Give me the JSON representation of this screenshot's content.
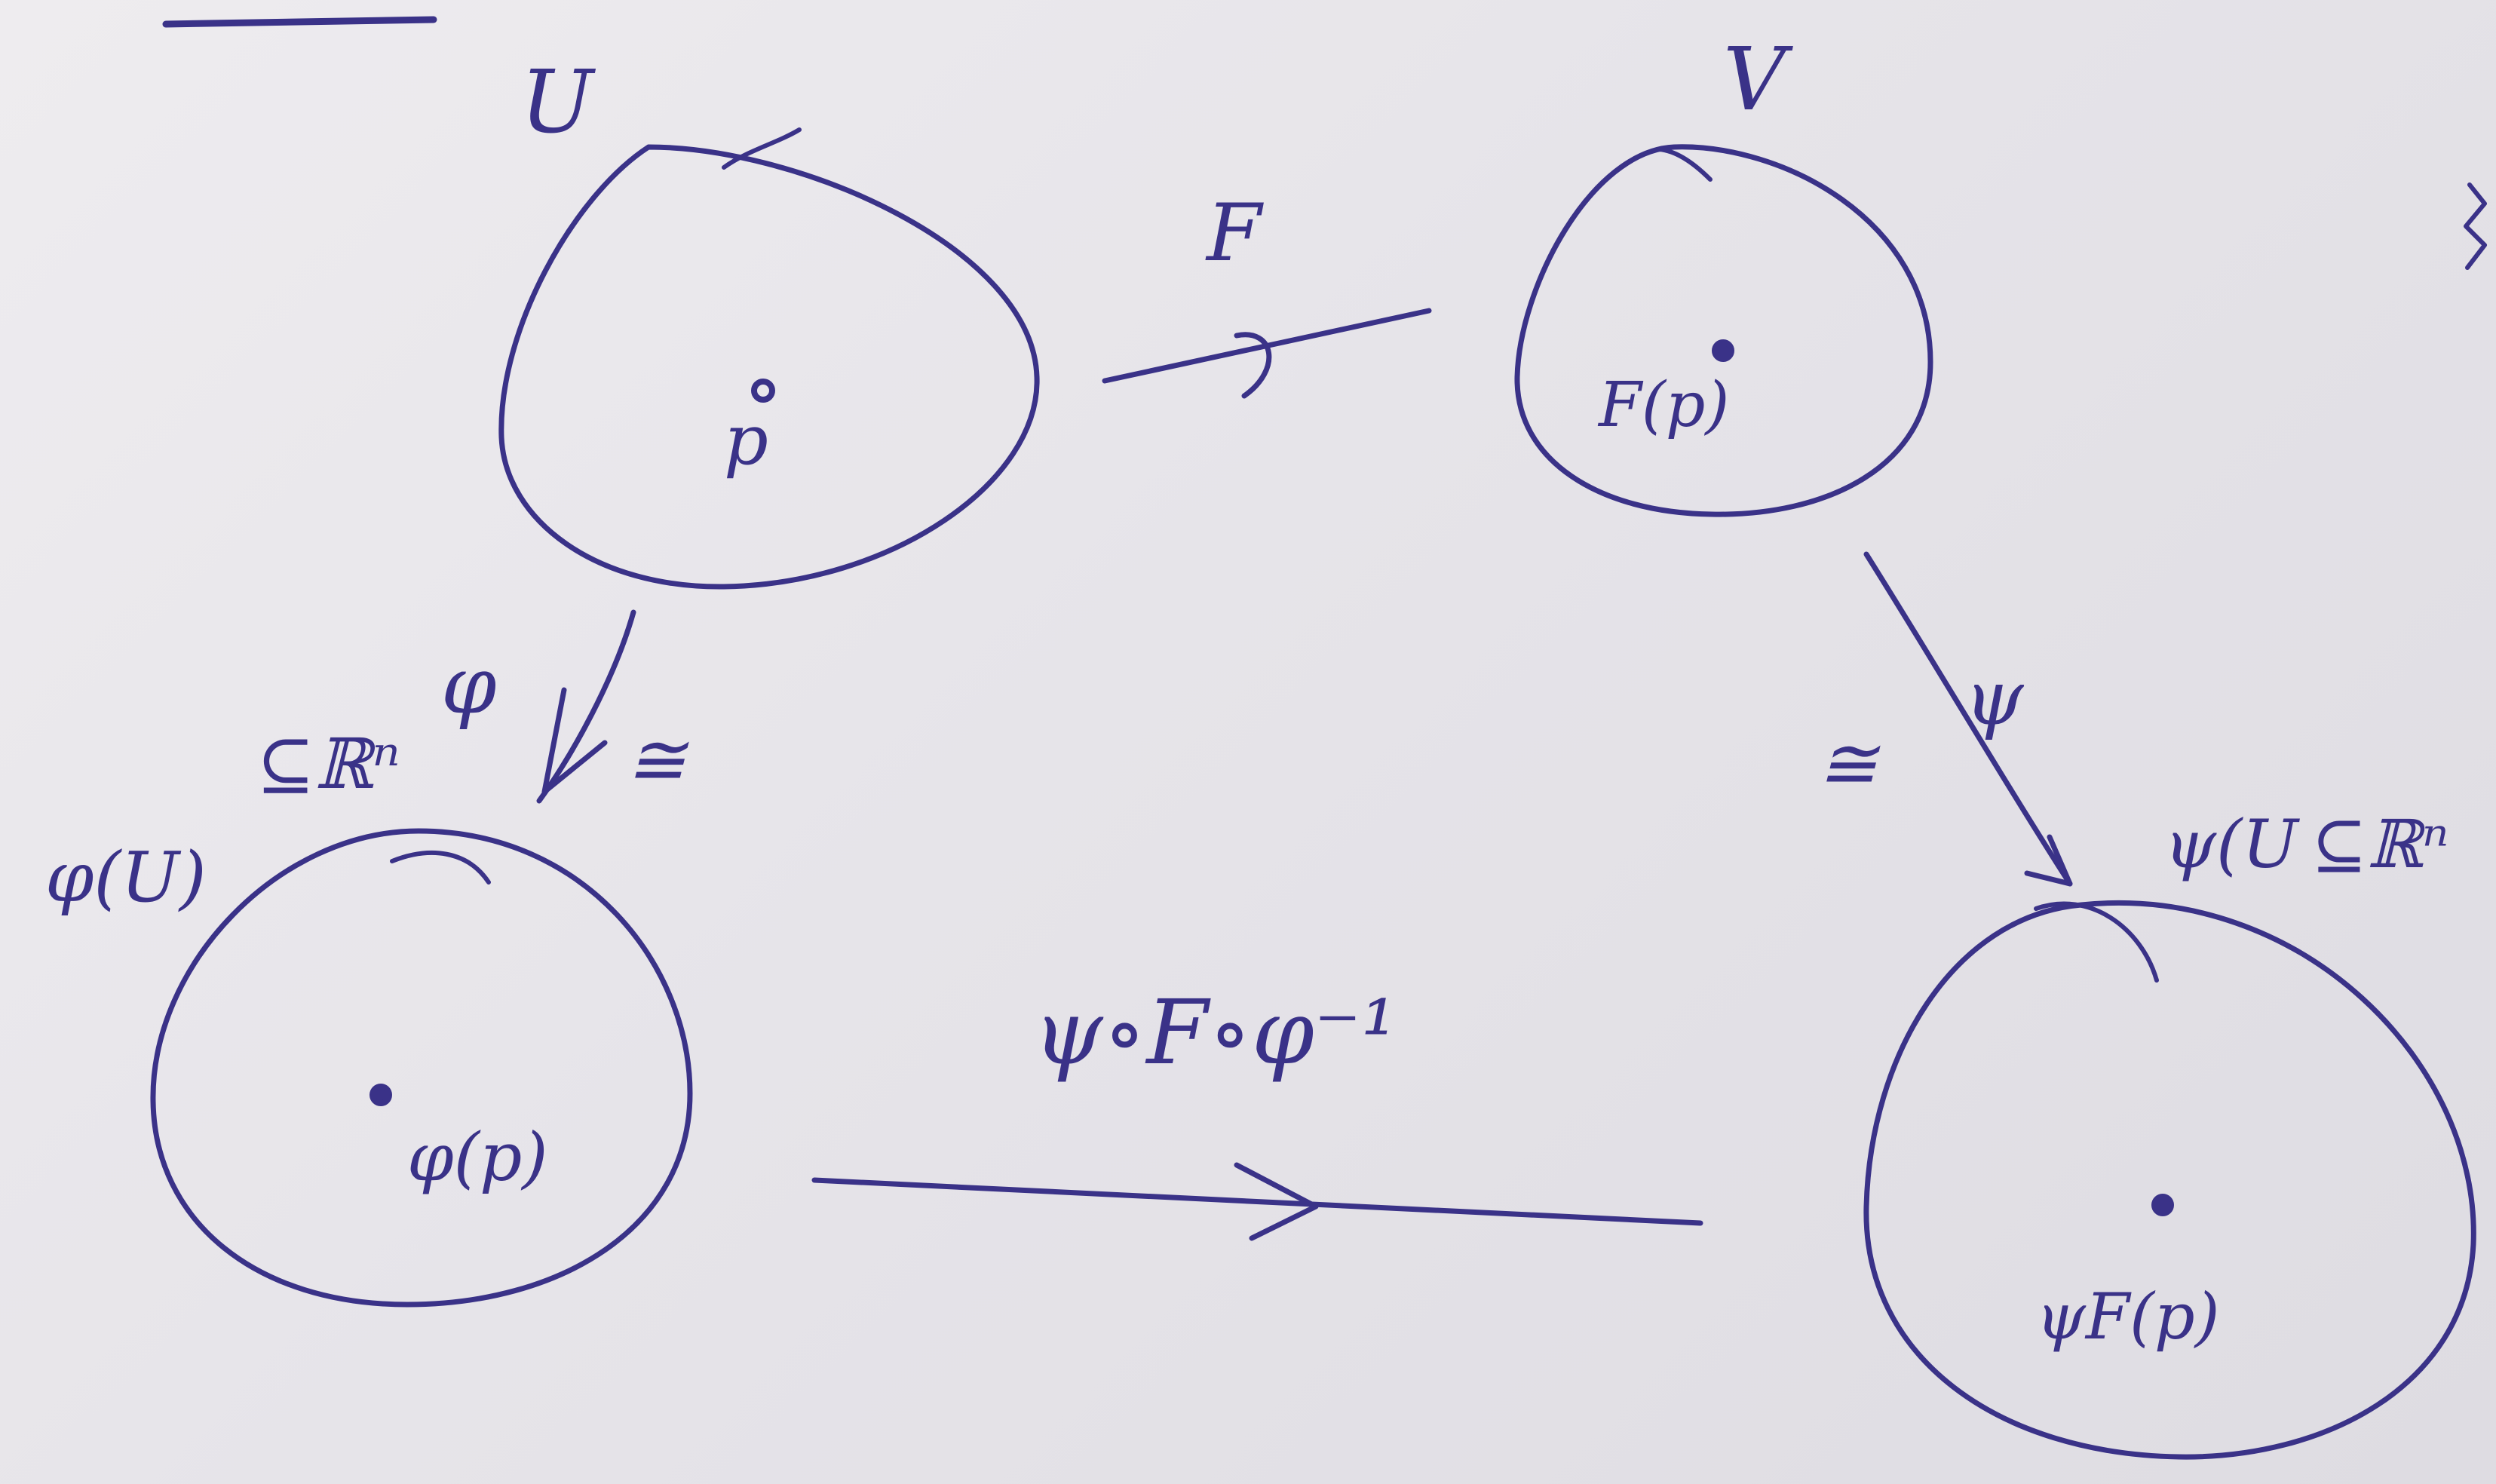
{
  "sets": {
    "top_left": {
      "set_label": "U",
      "point_label": "p"
    },
    "top_right": {
      "set_label": "V",
      "point_label": "F(p)"
    },
    "bottom_left": {
      "set_label": "φ(U)",
      "subset_label": "⊆ℝⁿ",
      "point_label": "φ(p)"
    },
    "bottom_right": {
      "set_label": "ψ(U",
      "subset_label": "⊆ℝⁿ",
      "point_label": "ψF(p)"
    }
  },
  "maps": {
    "top": {
      "label": "F"
    },
    "left": {
      "label": "φ",
      "iso": "≅"
    },
    "right": {
      "label": "ψ",
      "iso": "≅"
    },
    "bottom": {
      "label": "ψ∘F∘φ⁻¹"
    }
  }
}
